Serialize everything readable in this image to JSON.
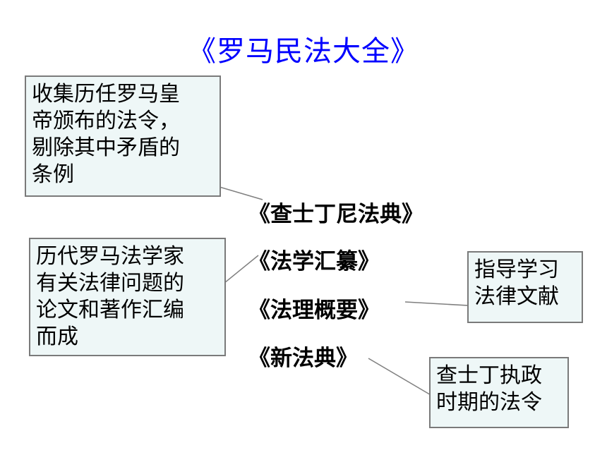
{
  "title": "《罗马民法大全》",
  "books": [
    "《查士丁尼法典》",
    "《法学汇纂》",
    "《法理概要》",
    "《新法典》"
  ],
  "notes": {
    "codex": [
      "收集历任罗马皇",
      "帝颁布的法令，",
      "剔除其中矛盾的",
      "条例"
    ],
    "digest": [
      "历代罗马法学家",
      "有关法律问题的",
      "论文和著作汇编",
      "而成"
    ],
    "institutes": [
      "指导学习",
      "法律文献"
    ],
    "novels": [
      "查士丁执政",
      "时期的法令"
    ]
  },
  "colors": {
    "title": "#0000ff",
    "box_fill": "#eef7f7",
    "box_border": "#7a7a7a",
    "connector": "#7f7f7f"
  }
}
